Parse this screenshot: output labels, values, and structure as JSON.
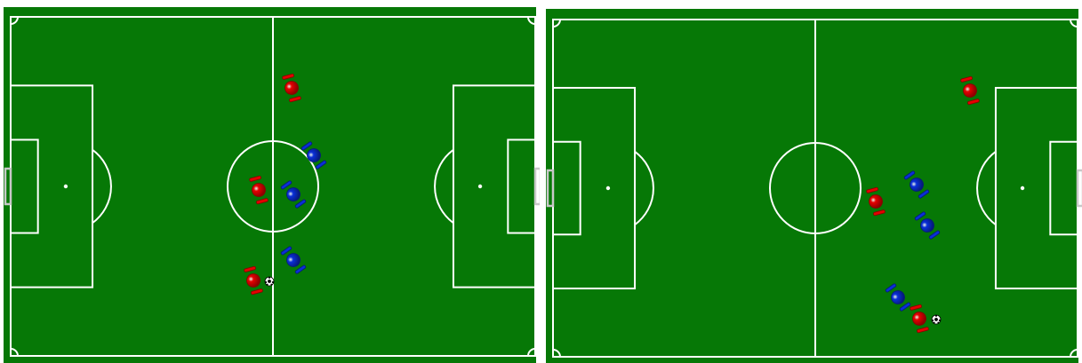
{
  "colors": {
    "pitch": "#067806",
    "lines": "#ffffff",
    "red_team": "#e60000",
    "blue_team": "#0a2fd8",
    "goal_post": "#c8c8c8"
  },
  "frames": [
    {
      "name": "frame-1",
      "ball": {
        "team": "red",
        "attached_to": 4
      },
      "players": [
        {
          "team": "red",
          "heading": "right"
        },
        {
          "team": "red",
          "heading": "right"
        },
        {
          "team": "blue",
          "heading": "down-left"
        },
        {
          "team": "blue",
          "heading": "down-left"
        },
        {
          "team": "red",
          "heading": "right"
        },
        {
          "team": "blue",
          "heading": "down-left"
        }
      ]
    },
    {
      "name": "frame-2",
      "ball": {
        "team": "red",
        "attached_to": 5
      },
      "players": [
        {
          "team": "red",
          "heading": "right"
        },
        {
          "team": "blue",
          "heading": "down-left"
        },
        {
          "team": "red",
          "heading": "right"
        },
        {
          "team": "blue",
          "heading": "down-left"
        },
        {
          "team": "blue",
          "heading": "down-left"
        },
        {
          "team": "red",
          "heading": "right"
        }
      ]
    }
  ]
}
